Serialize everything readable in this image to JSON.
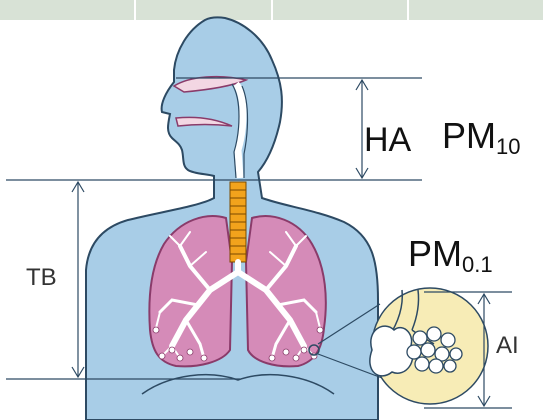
{
  "labels": {
    "ha": "HA",
    "pm10_base": "PM",
    "pm10_sub": "10",
    "pm01_base": "PM",
    "pm01_sub": "0.1",
    "tb": "TB",
    "ai": "AI"
  },
  "colors": {
    "body": "#a8cde7",
    "body_outline": "#2d4a63",
    "lung": "#d58bb8",
    "lung_outline": "#8a3b6a",
    "trachea": "#f2a31c",
    "alveoli_circle": "#f7ecb6",
    "top_strip": "#d8e2d6"
  }
}
